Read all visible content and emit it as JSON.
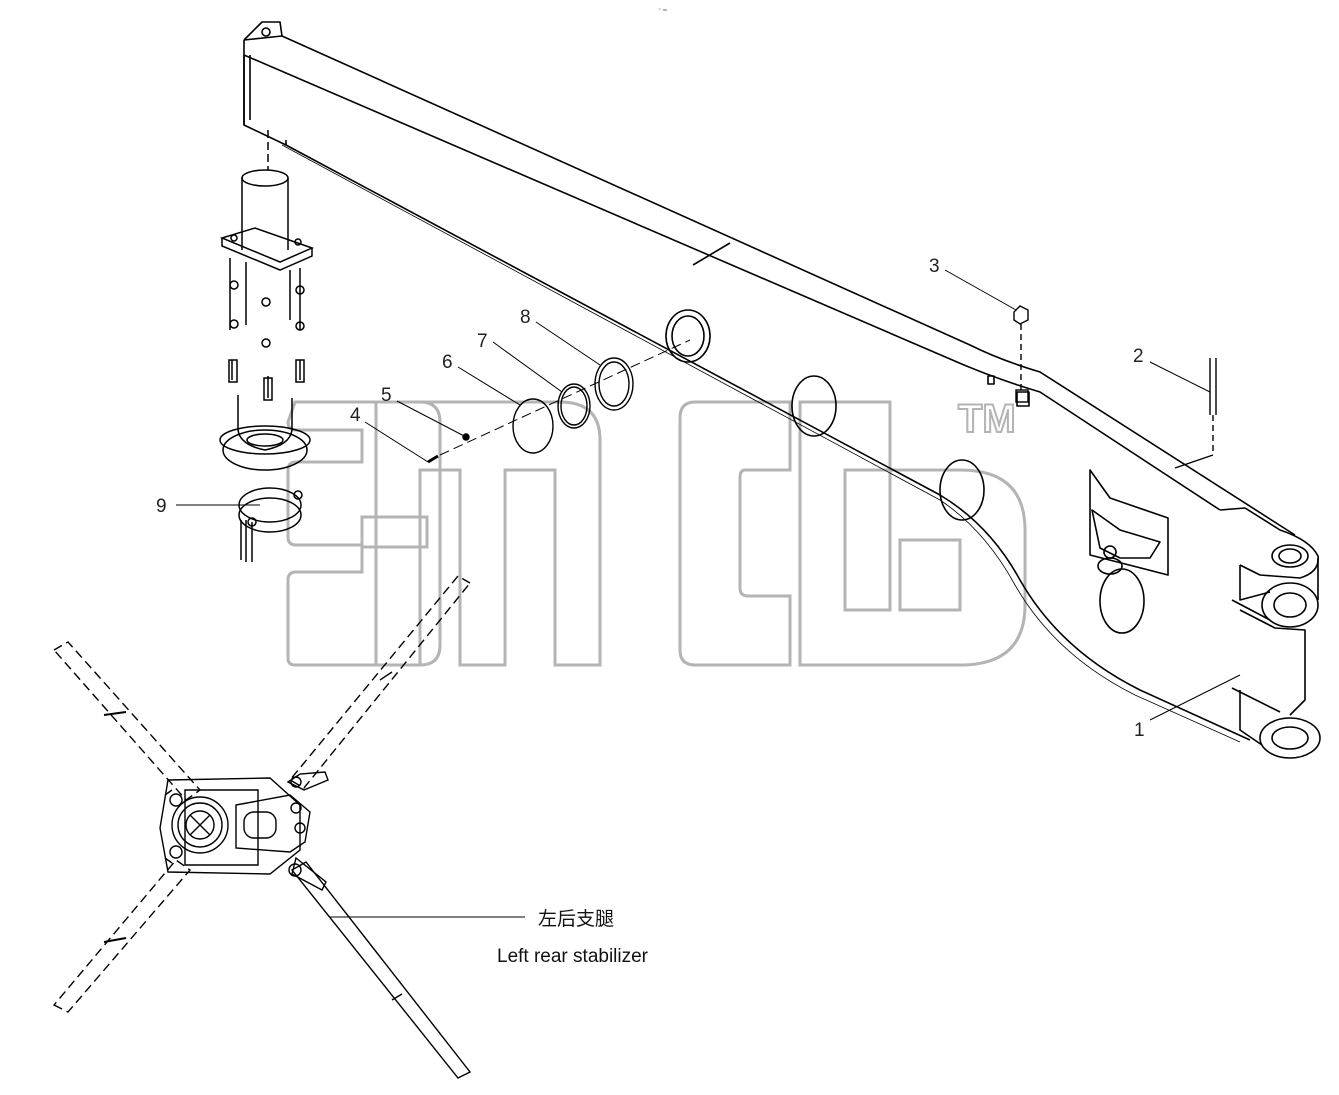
{
  "header_mark": "⁼ ═",
  "watermark": {
    "text": "3mcb",
    "trademark": "TM"
  },
  "callouts": [
    "1",
    "2",
    "3",
    "4",
    "5",
    "6",
    "7",
    "8",
    "9"
  ],
  "caption": {
    "chinese": "左后支腿",
    "english": "Left rear stabilizer"
  },
  "colors": {
    "line": "#000000",
    "watermark": "#b4b4b4",
    "background": "#ffffff"
  }
}
